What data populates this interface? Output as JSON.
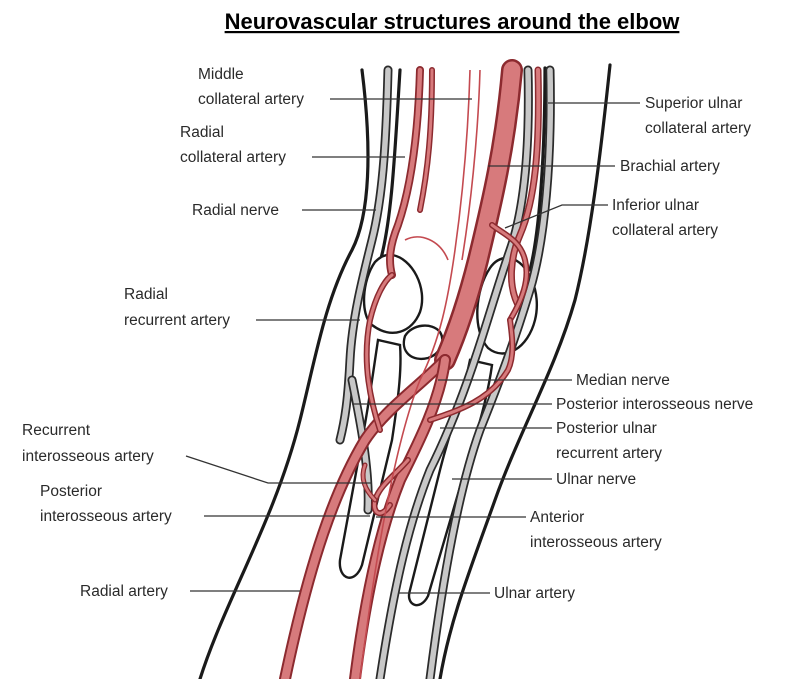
{
  "title": "Neurovascular structures around the elbow",
  "labels": {
    "middle_collateral_artery": [
      "Middle",
      "collateral artery"
    ],
    "radial_collateral_artery": [
      "Radial",
      "collateral artery"
    ],
    "radial_nerve": "Radial nerve",
    "radial_recurrent_artery": [
      "Radial",
      "recurrent artery"
    ],
    "recurrent_interosseous_artery": [
      "Recurrent",
      "interosseous artery"
    ],
    "posterior_interosseous_artery": [
      "Posterior",
      "interosseous artery"
    ],
    "radial_artery": "Radial artery",
    "superior_ulnar_collateral_artery": [
      "Superior ulnar",
      "collateral artery"
    ],
    "brachial_artery": "Brachial artery",
    "inferior_ulnar_collateral_artery": [
      "Inferior ulnar",
      "collateral artery"
    ],
    "median_nerve": "Median nerve",
    "posterior_interosseous_nerve": "Posterior interosseous nerve",
    "posterior_ulnar_recurrent_artery": [
      "Posterior ulnar",
      "recurrent artery"
    ],
    "ulnar_nerve": "Ulnar nerve",
    "anterior_interosseous_artery": [
      "Anterior",
      "interosseous artery"
    ],
    "ulnar_artery": "Ulnar artery"
  },
  "colors": {
    "artery_fill": "#d77a7c",
    "artery_outline": "#8c2a2f",
    "nerve_fill": "#c8c8c8",
    "outline": "#1a1a1a"
  }
}
